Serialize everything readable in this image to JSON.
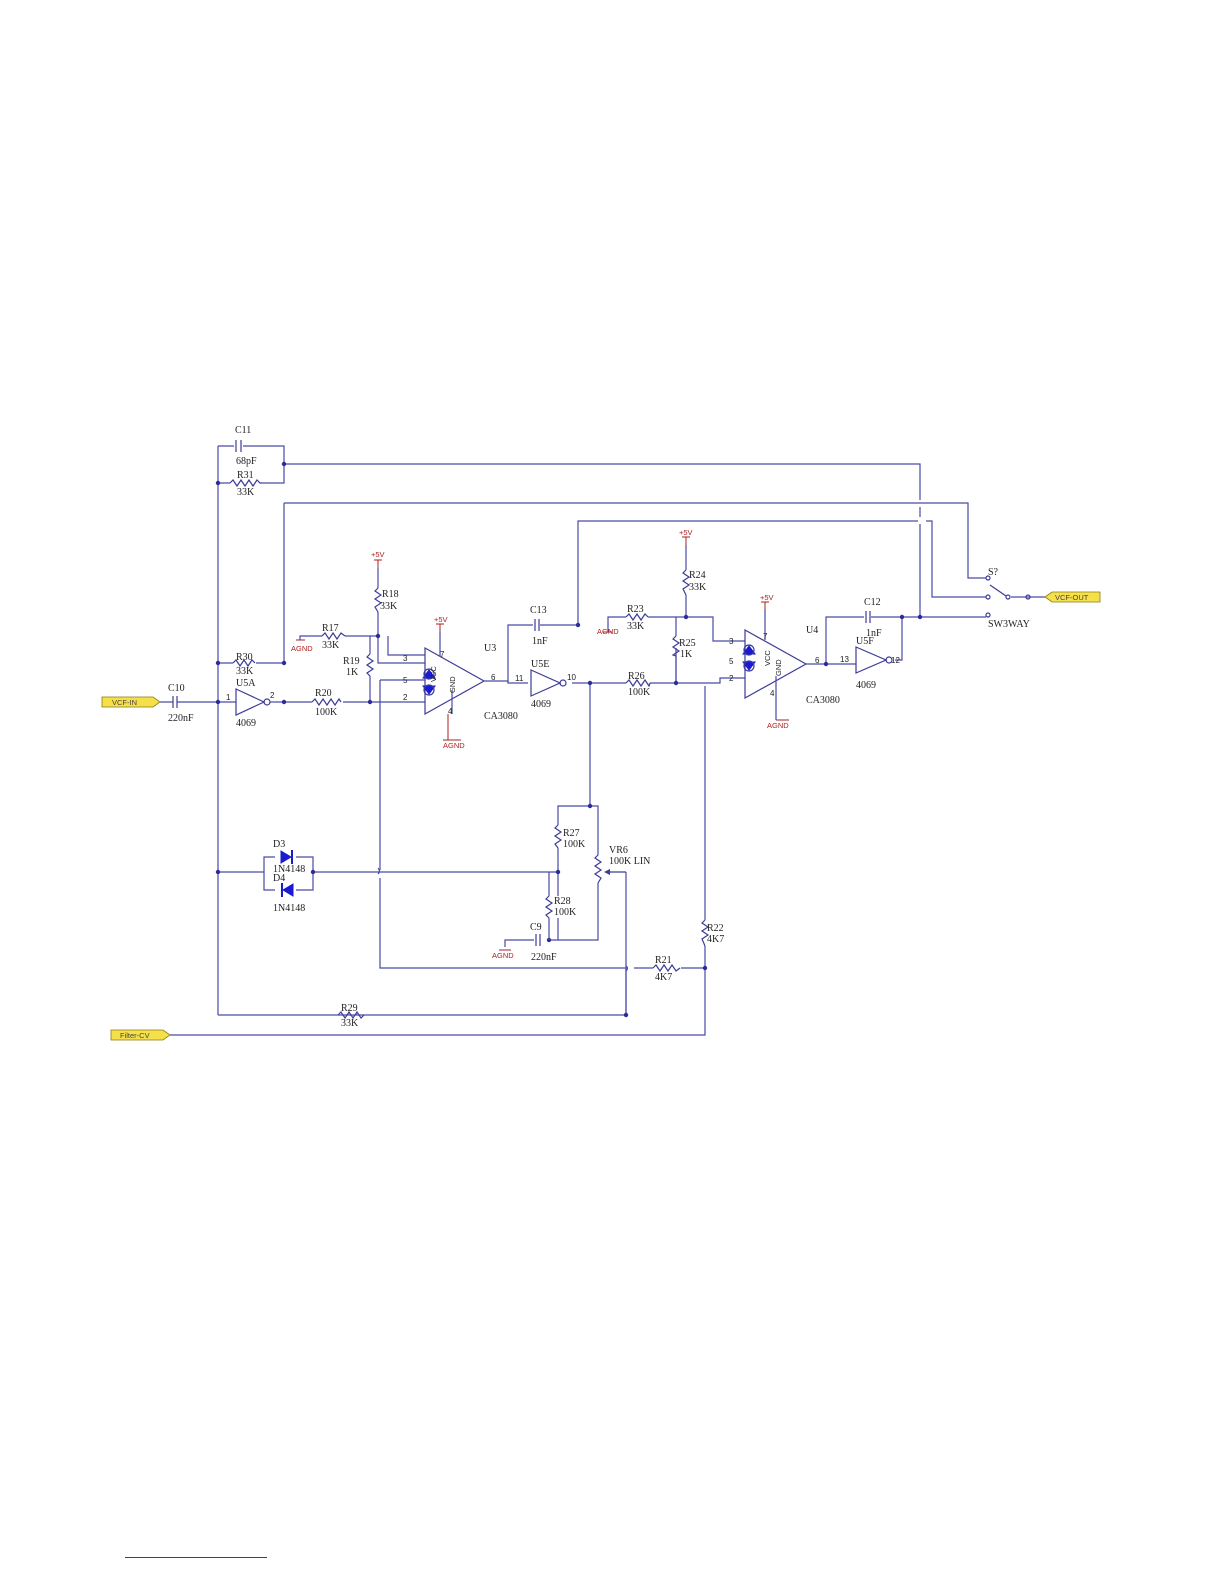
{
  "ports": {
    "input": "VCF-IN",
    "output": "VCF-OUT",
    "control": "Filter-CV"
  },
  "components": {
    "c11": {
      "ref": "C11",
      "value": "68pF"
    },
    "r31": {
      "ref": "R31",
      "value": "33K"
    },
    "r30": {
      "ref": "R30",
      "value": "33K"
    },
    "c10": {
      "ref": "C10",
      "value": "220nF"
    },
    "u5a": {
      "ref": "U5A",
      "value": "4069"
    },
    "r20": {
      "ref": "R20",
      "value": "100K"
    },
    "r17": {
      "ref": "R17",
      "value": "33K"
    },
    "r18": {
      "ref": "R18",
      "value": "33K"
    },
    "r19": {
      "ref": "R19",
      "value": "1K"
    },
    "u3": {
      "ref": "U3",
      "value": "CA3080"
    },
    "c13": {
      "ref": "C13",
      "value": "1nF"
    },
    "u5e": {
      "ref": "U5E",
      "value": "4069"
    },
    "r23": {
      "ref": "R23",
      "value": "33K"
    },
    "r24": {
      "ref": "R24",
      "value": "33K"
    },
    "r25": {
      "ref": "R25",
      "value": "1K"
    },
    "r26": {
      "ref": "R26",
      "value": "100K"
    },
    "u4": {
      "ref": "U4",
      "value": "CA3080"
    },
    "c12": {
      "ref": "C12",
      "value": "1nF"
    },
    "u5f": {
      "ref": "U5F",
      "value": "4069"
    },
    "s": {
      "ref": "S?",
      "value": "SW3WAY"
    },
    "d3": {
      "ref": "D3",
      "value": "1N4148"
    },
    "d4": {
      "ref": "D4",
      "value": "1N4148"
    },
    "r27": {
      "ref": "R27",
      "value": "100K"
    },
    "r28": {
      "ref": "R28",
      "value": "100K"
    },
    "vr6": {
      "ref": "VR6",
      "value": "100K LIN"
    },
    "c9": {
      "ref": "C9",
      "value": "220nF"
    },
    "r22": {
      "ref": "R22",
      "value": "4K7"
    },
    "r21": {
      "ref": "R21",
      "value": "4K7"
    },
    "r29": {
      "ref": "R29",
      "value": "33K"
    }
  },
  "power": {
    "vplus": "+5V",
    "agnd": "AGND"
  },
  "pins": {
    "u3_non_inv": "3",
    "u3_inv": "2",
    "u3_bias": "5",
    "u3_vcc": "7",
    "u3_gnd": "4",
    "u3_out": "6",
    "u4_non_inv": "3",
    "u4_inv": "2",
    "u4_bias": "5",
    "u4_vcc": "7",
    "u4_gnd": "4",
    "u4_out": "6",
    "u5a_in": "1",
    "u5a_out": "2",
    "u5e_in": "11",
    "u5e_out": "10",
    "u5f_in": "13",
    "u5f_out": "12"
  },
  "opamp_labels": {
    "vcc": "VCC",
    "gnd": "GND"
  }
}
